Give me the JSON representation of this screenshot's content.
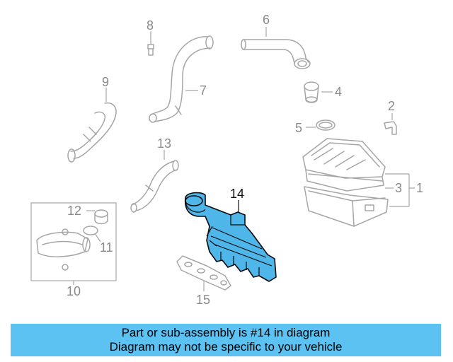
{
  "diagram": {
    "labels": {
      "p1": "1",
      "p2": "2",
      "p3": "3",
      "p4": "4",
      "p5": "5",
      "p6": "6",
      "p7": "7",
      "p8": "8",
      "p9": "9",
      "p10": "10",
      "p11": "11",
      "p12": "12",
      "p13": "13",
      "p14": "14",
      "p15": "15"
    },
    "highlighted_part": "14",
    "colors": {
      "highlight": "#4fb6ea",
      "banner": "#5bc2f2",
      "part_line": "#a6a6a6"
    }
  },
  "banner": {
    "line1": "Part or sub-assembly is #14 in diagram",
    "line2": "Diagram may not be specific to your vehicle"
  }
}
